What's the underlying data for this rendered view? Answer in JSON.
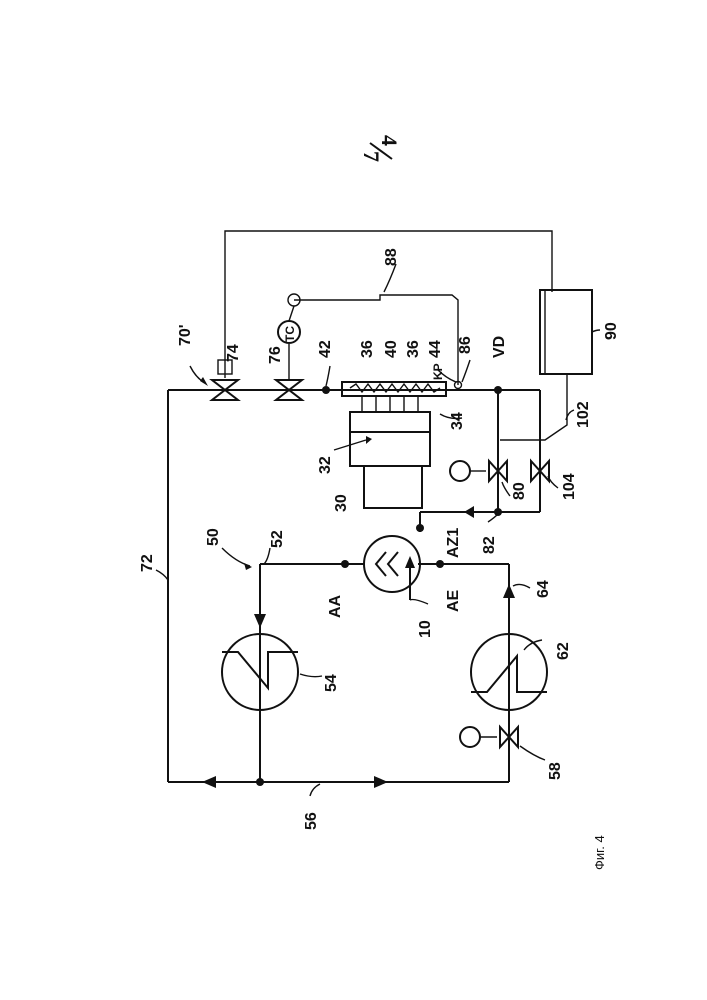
{
  "page_number": {
    "num": "4",
    "den": "7"
  },
  "figure_caption": "Фиг. 4",
  "labels": {
    "l10": "10",
    "l30": "30",
    "l32": "32",
    "l34": "34",
    "l36a": "36",
    "l36b": "36",
    "l40": "40",
    "l42": "42",
    "l44": "44",
    "l50": "50",
    "l52": "52",
    "l54": "54",
    "l56": "56",
    "l58": "58",
    "l62": "62",
    "l64": "64",
    "l70": "70'",
    "l72": "72",
    "l74": "74",
    "l76": "76",
    "l80": "80",
    "l82": "82",
    "l86": "86",
    "l88": "88",
    "l90": "90",
    "l102": "102",
    "l104": "104",
    "AA": "AA",
    "AE": "AE",
    "AZ1": "AZ1",
    "VD": "VD",
    "KP": "KP",
    "TC": "TC"
  }
}
